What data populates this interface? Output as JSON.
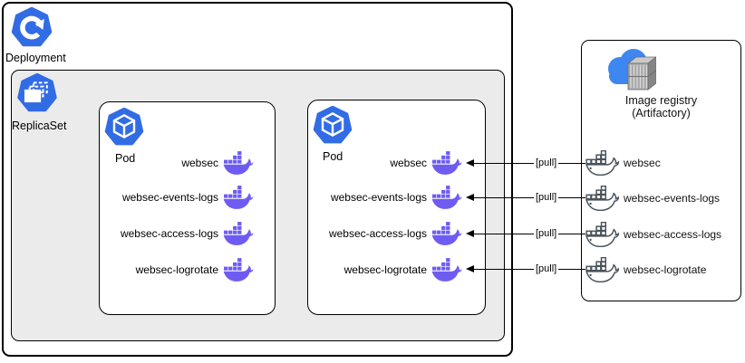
{
  "deployment": {
    "label": "Deployment"
  },
  "replicaset": {
    "label": "ReplicaSet"
  },
  "pods": [
    {
      "label": "Pod",
      "containers": [
        "websec",
        "websec-events-logs",
        "websec-access-logs",
        "websec-logrotate"
      ]
    },
    {
      "label": "Pod",
      "containers": [
        "websec",
        "websec-events-logs",
        "websec-access-logs",
        "websec-logrotate"
      ]
    }
  ],
  "registry": {
    "title_line1": "Image registry",
    "title_line2": "(Artifactory)",
    "images": [
      "websec",
      "websec-events-logs",
      "websec-access-logs",
      "websec-logrotate"
    ]
  },
  "arrows": {
    "pull_label": "[pull]"
  },
  "colors": {
    "k8s_blue": "#326ce5",
    "docker_purple": "#6e5cf2",
    "cloud_blue": "#3f87f0",
    "outline_gray": "#4a535b",
    "replicaset_bg": "#ebebeb",
    "line_black": "#000000"
  }
}
